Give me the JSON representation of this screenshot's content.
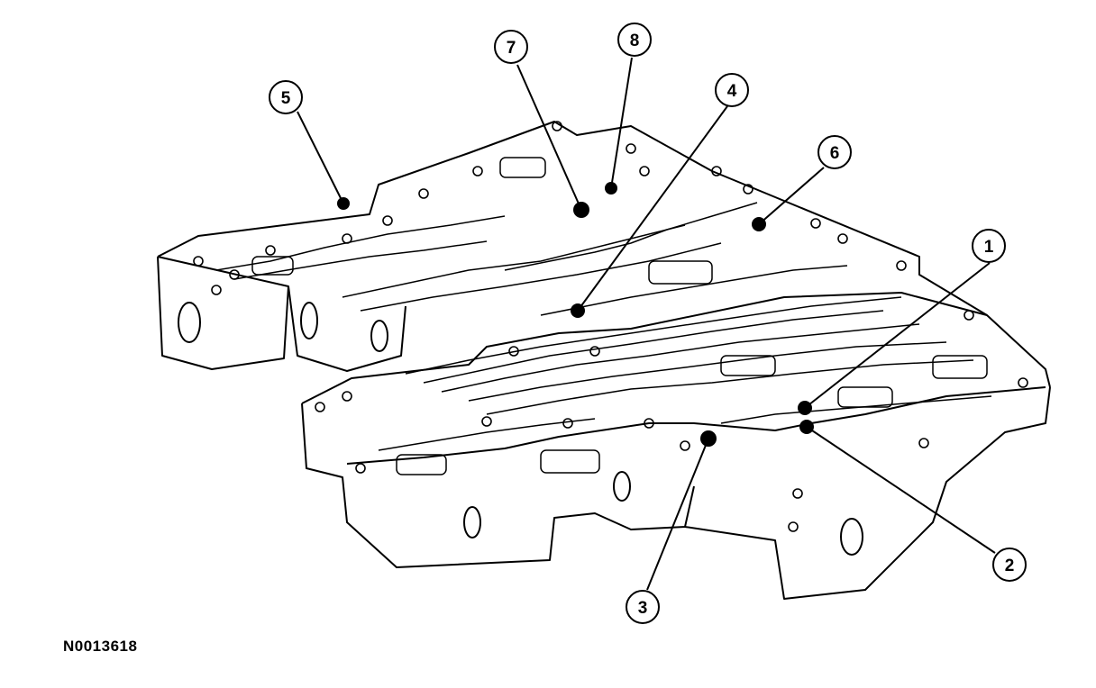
{
  "figure_id": "N0013618",
  "callouts": [
    {
      "label": "1",
      "name": "callout-1"
    },
    {
      "label": "2",
      "name": "callout-2"
    },
    {
      "label": "3",
      "name": "callout-3"
    },
    {
      "label": "4",
      "name": "callout-4"
    },
    {
      "label": "5",
      "name": "callout-5"
    },
    {
      "label": "6",
      "name": "callout-6"
    },
    {
      "label": "7",
      "name": "callout-7"
    },
    {
      "label": "8",
      "name": "callout-8"
    }
  ]
}
